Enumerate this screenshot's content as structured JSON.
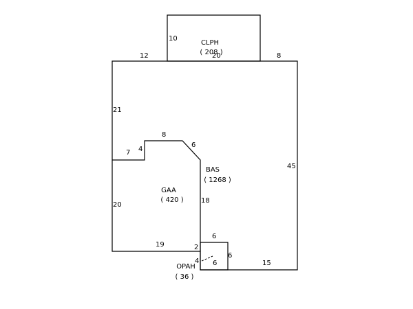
{
  "colors": {
    "background": "#ffffff",
    "line": "#000000",
    "text": "#000000"
  },
  "areas": {
    "clph": {
      "code": "CLPH",
      "sqft": "( 208 )"
    },
    "bas": {
      "code": "BAS",
      "sqft": "( 1268 )"
    },
    "gaa": {
      "code": "GAA",
      "sqft": "( 420 )"
    },
    "opah": {
      "code": "OPAH",
      "sqft": "( 36 )"
    }
  },
  "dimensions": {
    "clph_left": "10",
    "clph_bottom": "20",
    "top_left": "12",
    "top_right": "8",
    "left_upper": "21",
    "right_side": "45",
    "gaa_top": "8",
    "gaa_diag": "6",
    "gaa_step_vert": "4",
    "gaa_step_horiz": "7",
    "left_lower": "20",
    "gaa_right": "18",
    "gaa_bottom": "19",
    "gaa_jog": "2",
    "porch_top": "6",
    "porch_right": "6",
    "porch_bottom": "6",
    "porch_left": "4",
    "bottom_right": "15"
  }
}
